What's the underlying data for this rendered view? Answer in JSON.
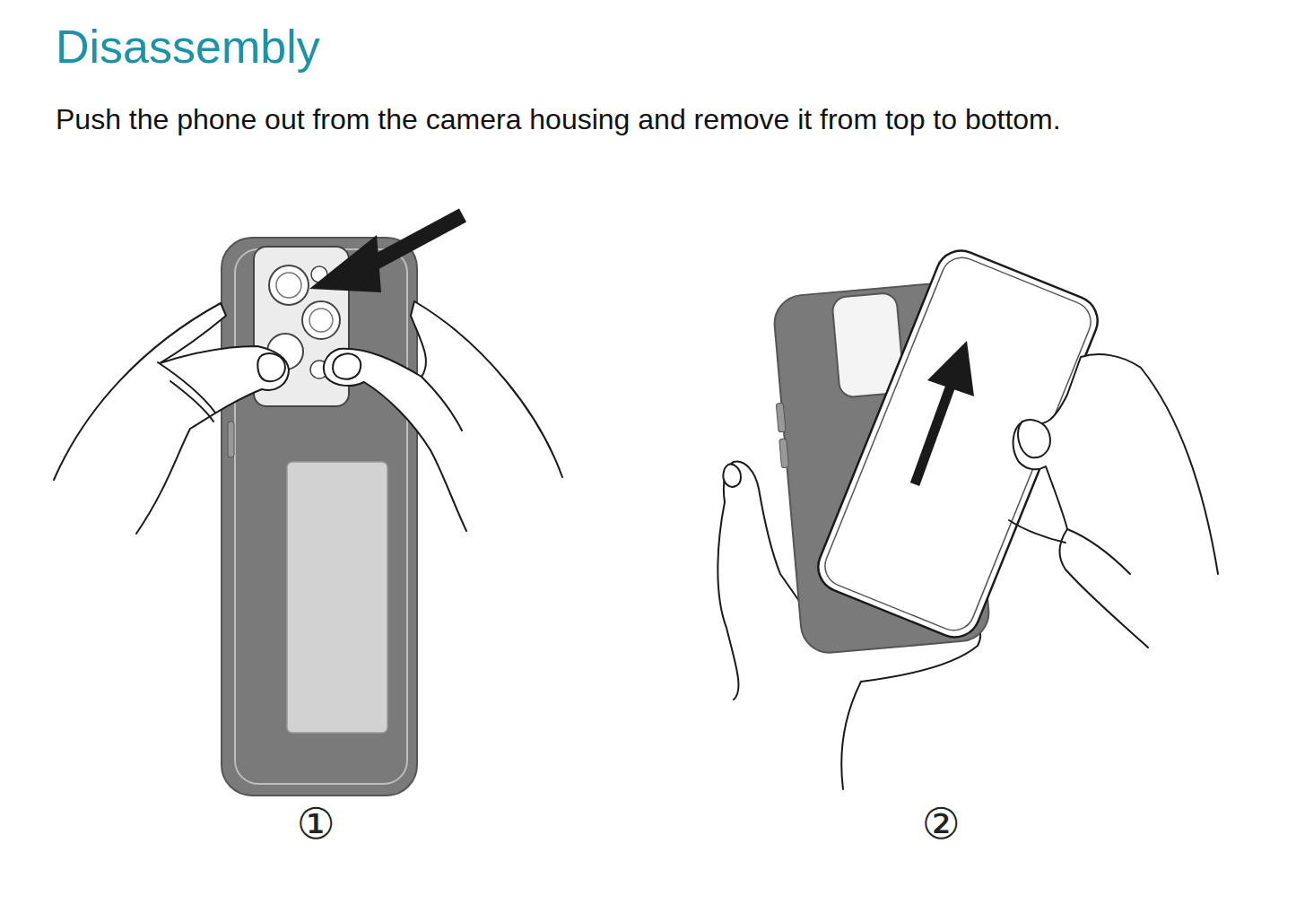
{
  "diagram": {
    "title": "Disassembly",
    "labels": [
      "Push the phone out from the camera housing and remove it from top to bottom.",
      "①",
      "②"
    ]
  }
}
